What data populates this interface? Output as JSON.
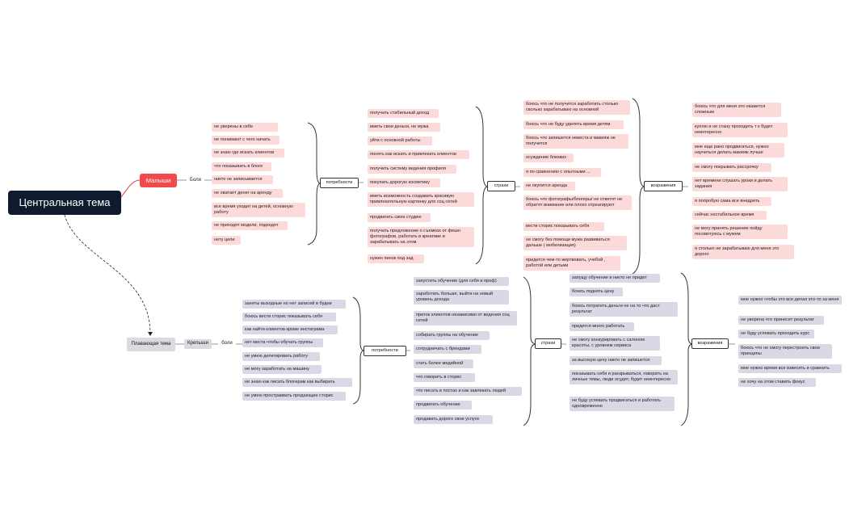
{
  "central": "Центральная тема",
  "floating": "Плавающая тема",
  "malyshi": {
    "label": "Малыши",
    "sub_label": "Боли",
    "boli": [
      "не уверены в себе",
      "не понимают с чего начать",
      "не знаю где искать клиентов",
      "что показывать в блоге",
      "никто не записывается",
      "не хватает денег на аренду",
      "все время уходит на детей, основную работу",
      "не приходят модели, подходят",
      "нету цели"
    ],
    "needs_label": "потребности",
    "needs": [
      "получать стабильный доход",
      "иметь свои деньги, не мужа",
      "уйти с основной работы",
      "понять как искать и привлекать клиентов",
      "получить систему ведения профиля",
      "покупать дорогую косметику",
      "иметь возможность создавать красивую привлекательную картинку для соц сетей",
      "продвигать свою студию",
      "получать предложение о съемках от фешн фотографов, работать в креативе и зарабатывать на этом",
      "нужен пинок под зад"
    ],
    "fears_label": "страхи",
    "fears": [
      "боюсь что не получится заработать столько сколько зарабатываю на основной",
      "боюсь что не буду уделять время детям",
      "боюсь что запишется невеста и макияж не получится",
      "осуждение близких",
      "я по сравнению с опытными ...",
      "не окупится аренда",
      "боюсь что фотографы/блогеры/ не ответят не обратят внимание или плохо отреагируют",
      "вести сторис показывать себя",
      "не смогу без помощи мужа развиваться дальше ( мобилизация)",
      "придется чем-то жертвовать, учебой , работой или детьми"
    ],
    "objections_label": "возражения",
    "objections": [
      "боюсь что для меня это окажется сложным",
      "куплю и не стану проходить т к будет неинтересно",
      "мне еще рано продвигаться, нужно научиться делать макияж лучше",
      "не смогу покрывать рассрочку",
      "нет времени слушать уроки и делать задания",
      "я попробую сама все внедрить",
      "сейчас нестабильное время",
      "не могу принять решение пойду посоветуюсь с мужем",
      "я столько не зарабатываю для меня это дорого"
    ]
  },
  "krepyshi": {
    "label": "Крепыши",
    "sub_label": "боли",
    "boli": [
      "заняты выходные но нет записей в будни",
      "боюсь вести сторис показывать себя",
      "как найти клиентов кроме инстаграма",
      "нет места чтобы обучать группы",
      "не умею делегировать работу",
      "не могу заработать на машину",
      "не знаю как писать блогерам как выбирать",
      "не умею простраивать продающие сторис"
    ],
    "needs_label": "потребности",
    "needs": [
      "запустить обучение (для себя и проф)",
      "заработать больше, выйти на новый уровень дохода",
      "приток клиентов независимо от ведения соц сетей",
      "собирать группы на обучение",
      "сотрудничать с брендами",
      "стать более медийной",
      "что говорить в сторис",
      "что писать в постах и как завлекать людей",
      "продвигать обучение",
      "продавать дорого свои услуги"
    ],
    "fears_label": "страхи",
    "fears": [
      "запущу обучение и никто не придет",
      "боюсь поднять цену",
      "боюсь потратить деньги не на то что даст результат",
      "придется много работать",
      "не смогу конкурировать с салоном красоты, с уровнем сервиса",
      "за высокую цену никто не запишется",
      "показывать себя и раскрываться, говорить на личные темы, люди осудят, будет неинтересно",
      "не буду успевать продвигаться и работать одновременно"
    ],
    "objections_label": "возражения",
    "objections": [
      "мне нужно чтобы это все делал кто-то за меня",
      "не уверена что принесет результат",
      "не буду успевать проходить курс",
      "боюсь что не смогу перестроить свои принципы",
      "мне нужно время все взвесить и сравнить",
      "не хочу на этом ставить фокус"
    ]
  },
  "colors": {
    "central_bg": "#101a2e",
    "malyshi_accent": "#f04a4a",
    "red_leaf": "#fcdada",
    "gray_leaf": "#d8d9e4"
  }
}
